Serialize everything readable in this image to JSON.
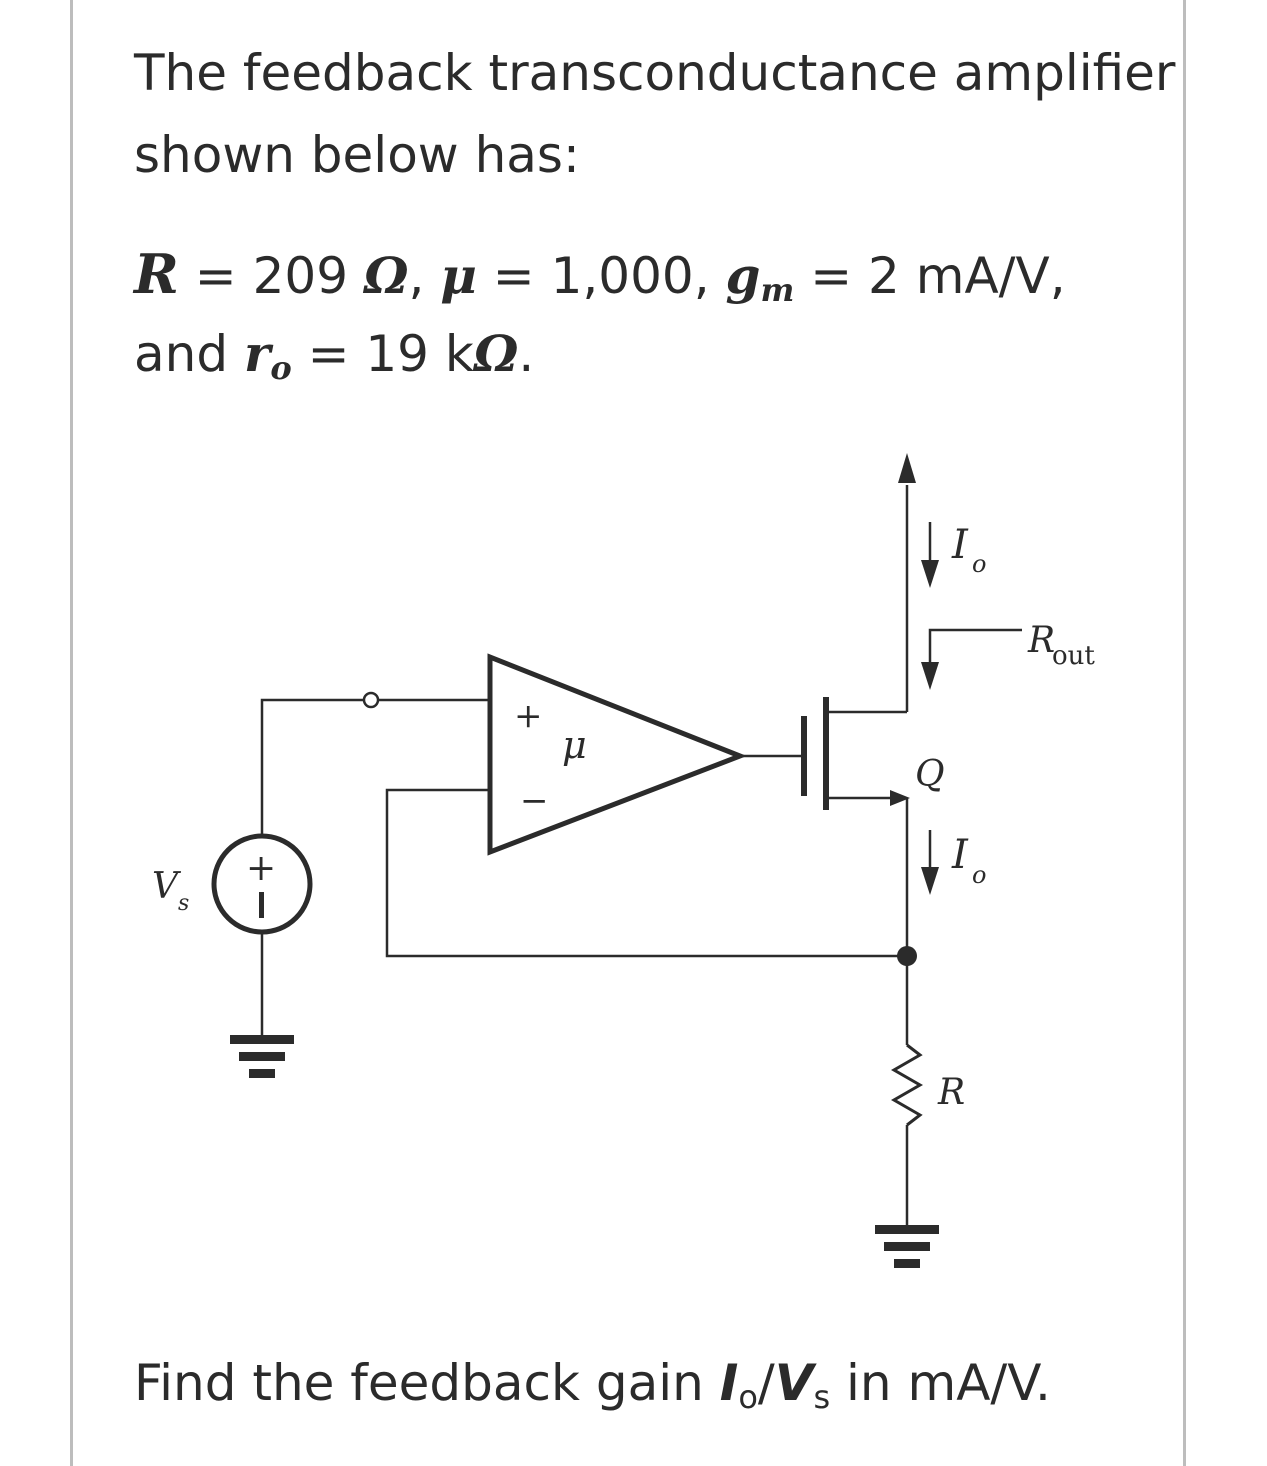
{
  "problem": {
    "line1": "The feedback transconductance amplifier",
    "line2": "shown below has:",
    "params": {
      "R_sym": "R",
      "R_eq": "= 209",
      "ohm": "Ω",
      "sep1": ",",
      "mu_sym": "μ",
      "mu_eq": "= 1,000,",
      "gm_sym": "g",
      "gm_sub": "m",
      "gm_eq": "= 2 mA/V,",
      "and": "and",
      "ro_sym": "r",
      "ro_sub": "o",
      "ro_eq": "= 19 k",
      "ro_unit": "Ω",
      "end": "."
    },
    "question": {
      "prefix": "Find the feedback gain ",
      "I": "I",
      "I_sub": "o",
      "slash": "/",
      "V": "V",
      "V_sub": "s",
      "suffix": " in mA/V."
    }
  },
  "circuit": {
    "label_Io_top": "I",
    "label_Io_top_sub": "o",
    "label_Rout": "R",
    "label_Rout_sub": "out",
    "label_plus": "+",
    "label_minus": "−",
    "label_mu": "μ",
    "label_Q": "Q",
    "label_Io_bottom": "I",
    "label_Io_bottom_sub": "o",
    "label_Vs": "V",
    "label_Vs_sub": "s",
    "label_src_plus": "+",
    "label_R": "R"
  }
}
